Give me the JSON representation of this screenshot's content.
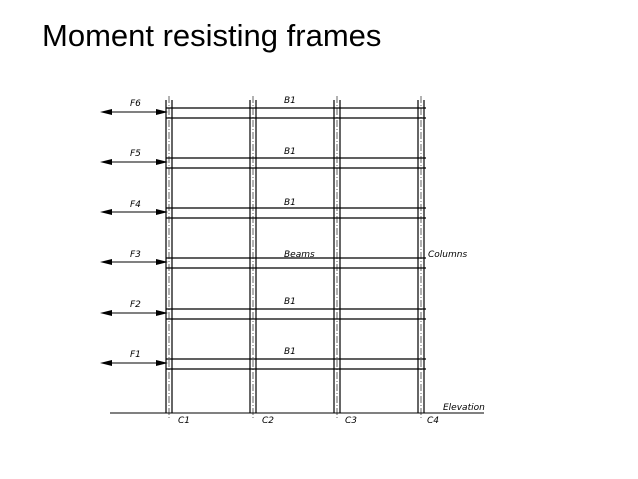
{
  "title": "Moment resisting frames",
  "diagram": {
    "forces": [
      "F6",
      "F5",
      "F4",
      "F3",
      "F2",
      "F1"
    ],
    "beams": [
      "B1",
      "B1",
      "B1",
      "Beams",
      "B1",
      "B1"
    ],
    "columns": [
      "C1",
      "C2",
      "C3",
      "C4"
    ],
    "columns_label": "Columns",
    "view_label": "Elevation",
    "line_color": "#000000"
  }
}
